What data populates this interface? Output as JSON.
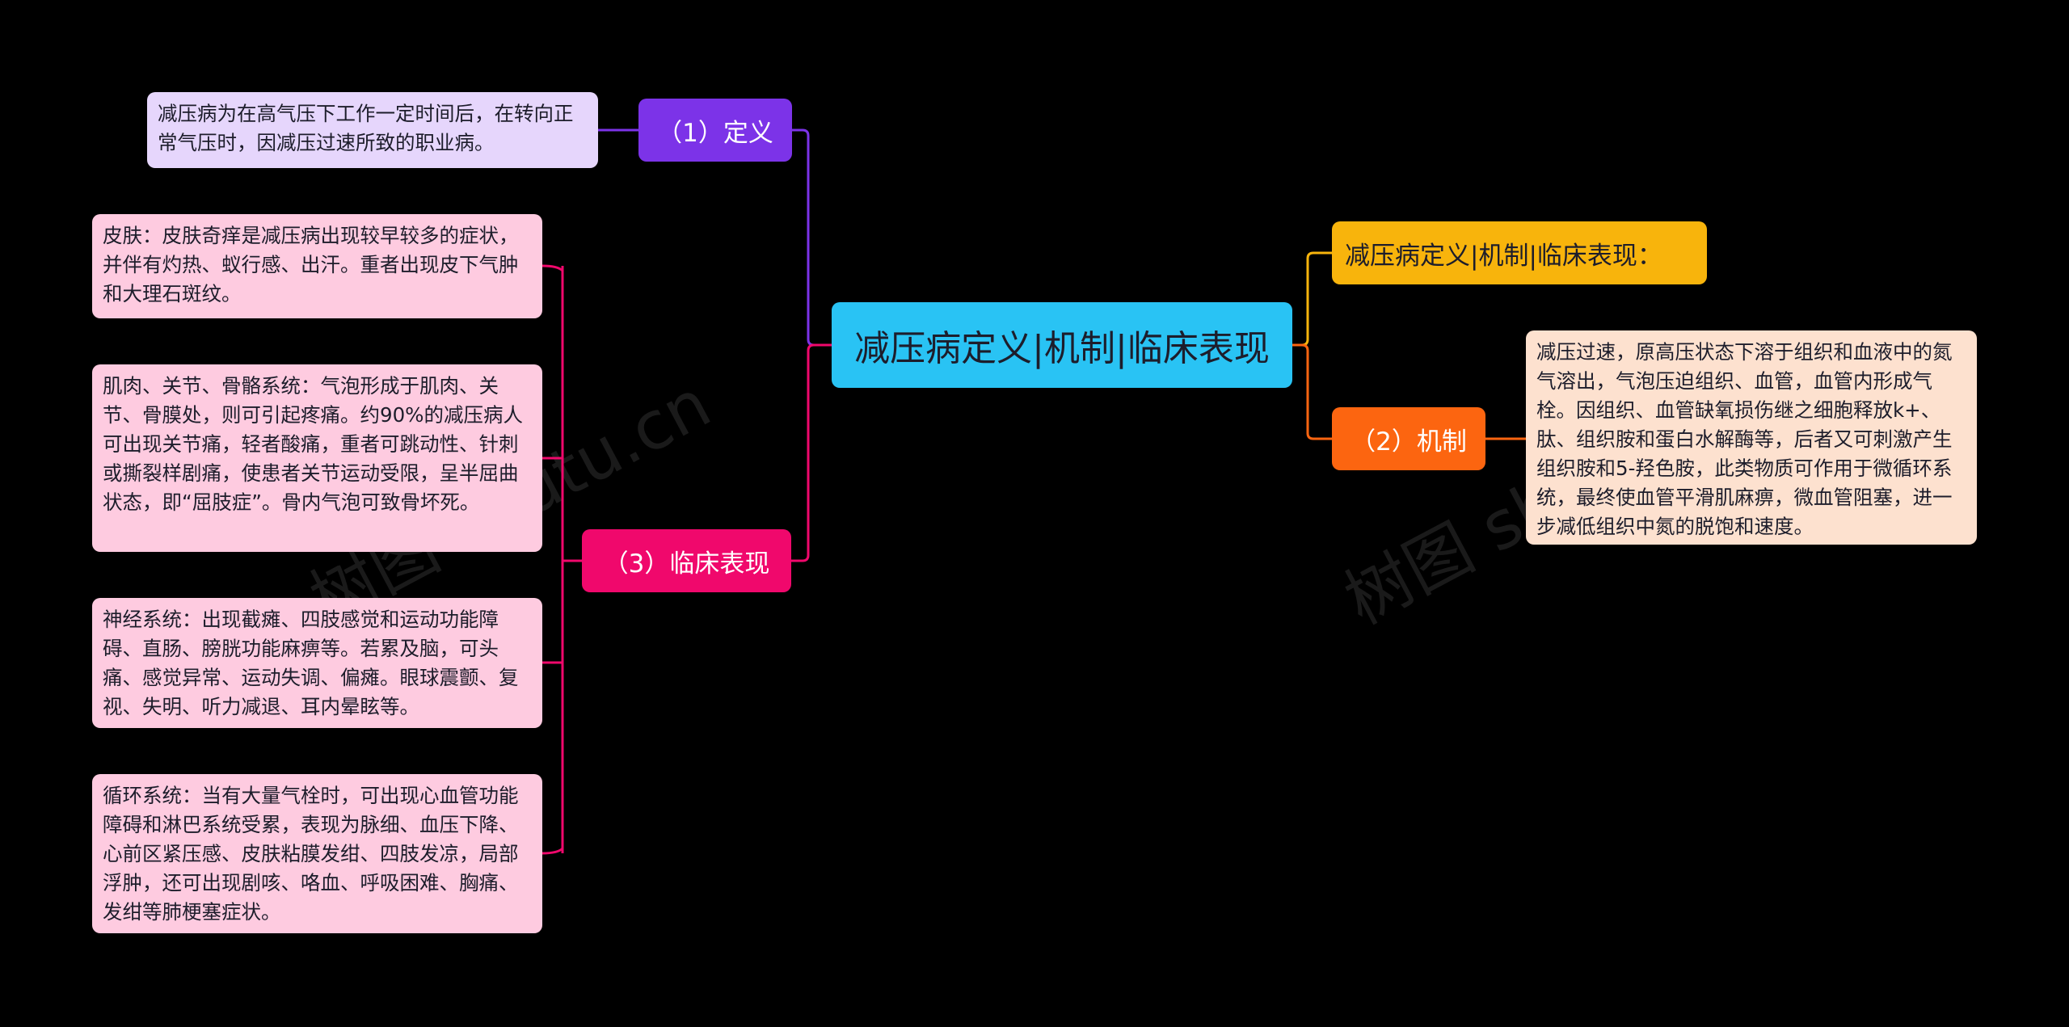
{
  "colors": {
    "background": "#000000",
    "root": "#29c3f4",
    "branch_definition": "#7c33e8",
    "branch_mechanism": "#fc6510",
    "branch_clinical": "#f0086c",
    "branch_title": "#f8b40c",
    "leaf_definition": "#e6d6fc",
    "leaf_mechanism": "#fde1cf",
    "leaf_clinical": "#fecbe0"
  },
  "root": {
    "label": "减压病定义|机制|临床表现"
  },
  "branches": {
    "title": {
      "label": "减压病定义|机制|临床表现："
    },
    "definition": {
      "label": "（1）定义",
      "text": "减压病为在高气压下工作一定时间后，在转向正常气压时，因减压过速所致的职业病。"
    },
    "mechanism": {
      "label": "（2）机制",
      "text": "减压过速，原高压状态下溶于组织和血液中的氮气溶出，气泡压迫组织、血管，血管内形成气栓。因组织、血管缺氧损伤继之细胞释放k+、肽、组织胺和蛋白水解酶等，后者又可刺激产生组织胺和5-羟色胺，此类物质可作用于微循环系统，最终使血管平滑肌麻痹，微血管阻塞，进一步减低组织中氮的脱饱和速度。"
    },
    "clinical": {
      "label": "（3）临床表现",
      "items": [
        "皮肤：皮肤奇痒是减压病出现较早较多的症状，并伴有灼热、蚁行感、出汗。重者出现皮下气肿和大理石斑纹。",
        "肌肉、关节、骨骼系统：气泡形成于肌肉、关节、骨膜处，则可引起疼痛。约90%的减压病人可出现关节痛，轻者酸痛，重者可跳动性、针刺或撕裂样剧痛，使患者关节运动受限，呈半屈曲状态，即“屈肢症”。骨内气泡可致骨坏死。",
        "神经系统：出现截瘫、四肢感觉和运动功能障碍、直肠、膀胱功能麻痹等。若累及脑，可头痛、感觉异常、运动失调、偏瘫。眼球震颤、复视、失明、听力减退、耳内晕眩等。",
        "循环系统：当有大量气栓时，可出现心血管功能障碍和淋巴系统受累，表现为脉细、血压下降、心前区紧压感、皮肤粘膜发绀、四肢发凉，局部浮肿，还可出现剧咳、咯血、呼吸困难、胸痛、发绀等肺梗塞症状。"
      ]
    }
  },
  "watermark": {
    "left": "树图 shutu.cn",
    "right": "树图 shutu.cn"
  }
}
